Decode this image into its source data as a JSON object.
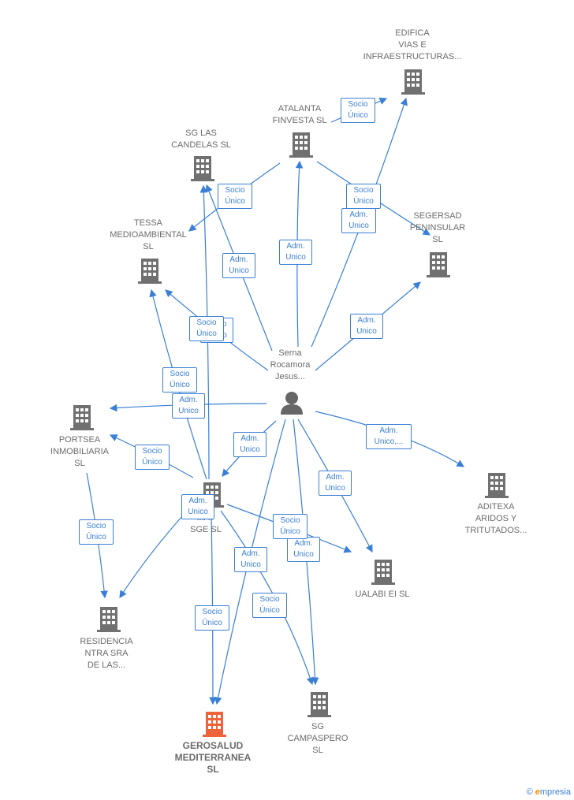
{
  "nodes": {
    "edifica": "EDIFICA\nVIAS E\nINFRAESTRUCTURAS...",
    "atalanta": "ATALANTA\nFINVESTA  SL",
    "sg_candelas": "SG LAS\nCANDELAS  SL",
    "segersad": "SEGERSAD\nPENINSULAR\nSL",
    "tessa": "TESSA\nMEDIOAMBIENTAL\nSL",
    "person": "Serna\nRocamora\nJesus...",
    "portsea": "PORTSEA\nINMOBILIARIA\nSL",
    "aditexa": "ADITEXA\nARIDOS Y\nTRITUTADOS...",
    "center_company": "...AY\nSGE  SL",
    "ualabi": "UALABI EI  SL",
    "residencia": "RESIDENCIA\nNTRA SRA\nDE LAS...",
    "sg_campaspero": "SG\nCAMPASPERO\nSL",
    "gerosalud": "GEROSALUD\nMEDITERRANEA\nSL"
  },
  "edge_labels": {
    "e1": "Socio\nÚnico",
    "e2": "Socio\nÚnico",
    "e3": "Adm.\nUnico",
    "e4": "Socio\nÚnico",
    "e5": "Adm.\nUnico",
    "e6": "Adm.\nUnico",
    "e7": "Adm.\nUnico",
    "e8": "Socio\nÚnico",
    "e9": "Socio\nÚnico",
    "e10": "Adm.\nUnico",
    "e11": "Adm.\nUnico",
    "e12": "Adm.\nUnico,...",
    "e13": "Socio\nÚnico",
    "e14": "Adm.\nUnico",
    "e15": "Adm.\nUnico",
    "e16": "Socio\nÚnico",
    "e17": "Adm.\nUnico",
    "e18": "Socio\nÚnico",
    "e19": "Adm.\nUnico",
    "e20": "Socio\nÚnico",
    "e21": "Socio\nÚnico",
    "e22": "Socio\nÚnico"
  },
  "colors": {
    "edge": "#3a7fd5",
    "building": "#707070",
    "highlight": "#f0623a",
    "person": "#666666"
  },
  "brand": {
    "symbol": "©",
    "text": "mpresia",
    "initial": "e"
  }
}
